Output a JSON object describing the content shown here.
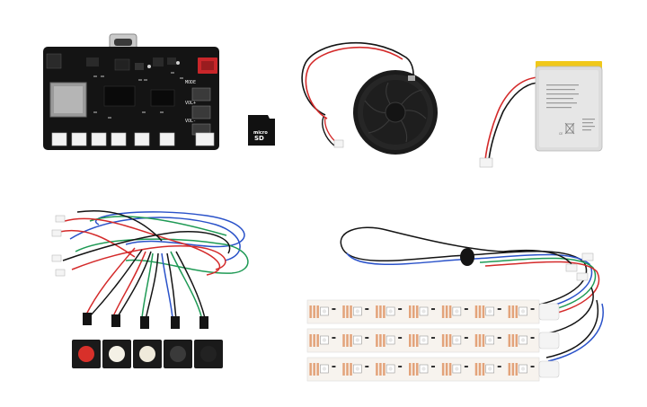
{
  "board": {
    "label_mode": "MODE",
    "label_vol_plus": "VOL+",
    "label_vol_minus": "VOL-"
  },
  "sd_card": {
    "brand": "micro",
    "type": "SD"
  },
  "battery": {
    "mark_ce": "CE"
  },
  "buttons": {
    "colors": [
      "#d8302a",
      "#f4f1e6",
      "#efeadb",
      "#3a3a3a",
      "#222222"
    ]
  },
  "led_strips": {
    "count": 3,
    "leds_per_strip": 7
  },
  "colors": {
    "pcb": "#141414",
    "wire_red": "#d42a2a",
    "wire_green": "#1f9a55",
    "wire_blue": "#2a52c9",
    "wire_black": "#141414",
    "battery_yellow": "#f0c81a",
    "led_pad": "#e3a37a"
  }
}
